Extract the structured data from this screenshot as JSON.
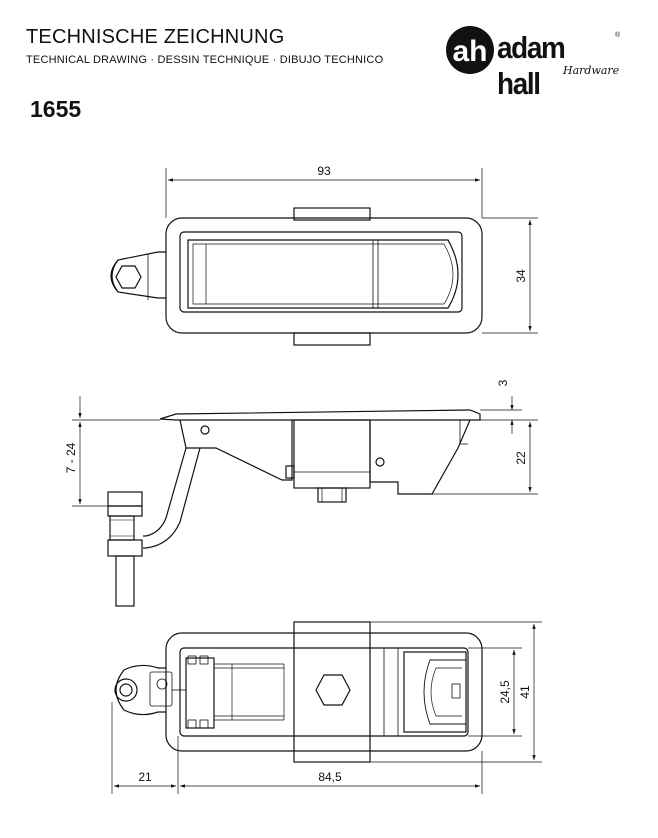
{
  "header": {
    "title": "TECHNISCHE ZEICHNUNG",
    "subtitle": "TECHNICAL DRAWING · DESSIN TECHNIQUE · DIBUJO TECHNICO"
  },
  "part_number": "1655",
  "logo": {
    "name": "adam hall",
    "registered": "®",
    "tagline": "Hardware",
    "monogram": "ah"
  },
  "dimensions": {
    "top_width": "93",
    "top_height": "34",
    "side_flange": "3",
    "side_depth": "22",
    "side_adjust": "7 - 24",
    "bottom_inner_height": "24,5",
    "bottom_height": "41",
    "bottom_left_offset": "21",
    "bottom_width": "84,5"
  }
}
